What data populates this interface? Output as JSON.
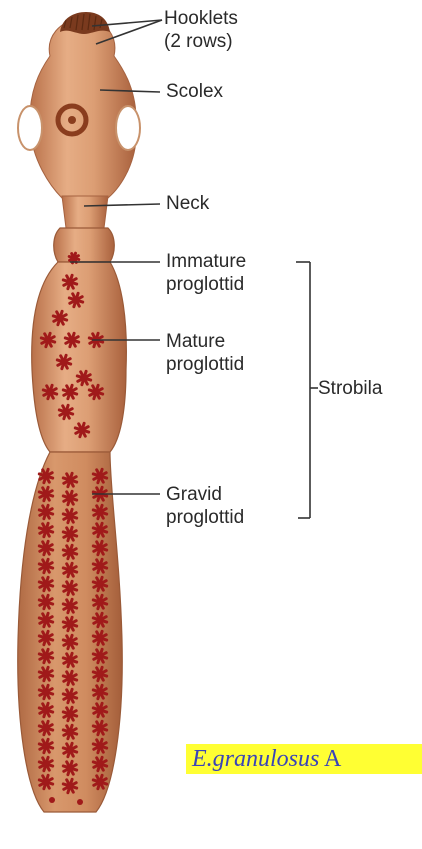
{
  "colors": {
    "body_light": "#e8b48f",
    "body_mid": "#d9966a",
    "body_dark": "#b86c45",
    "segment_line": "#9a5a38",
    "organ": "#a01a1a",
    "hooklet": "#7a3a1e",
    "sucker": "#ffffff",
    "caption_bg": "#ffff33",
    "caption_text": "#3a44b8"
  },
  "labels": {
    "hooklets_line1": "Hooklets",
    "hooklets_line2": "(2 rows)",
    "scolex": "Scolex",
    "neck": "Neck",
    "immature_line1": "Immature",
    "immature_line2": "proglottid",
    "mature_line1": "Mature",
    "mature_line2": "proglottid",
    "strobila": "Strobila",
    "gravid_line1": "Gravid",
    "gravid_line2": "proglottid"
  },
  "caption": {
    "species": "E.granulosus",
    "suffix": " A"
  }
}
